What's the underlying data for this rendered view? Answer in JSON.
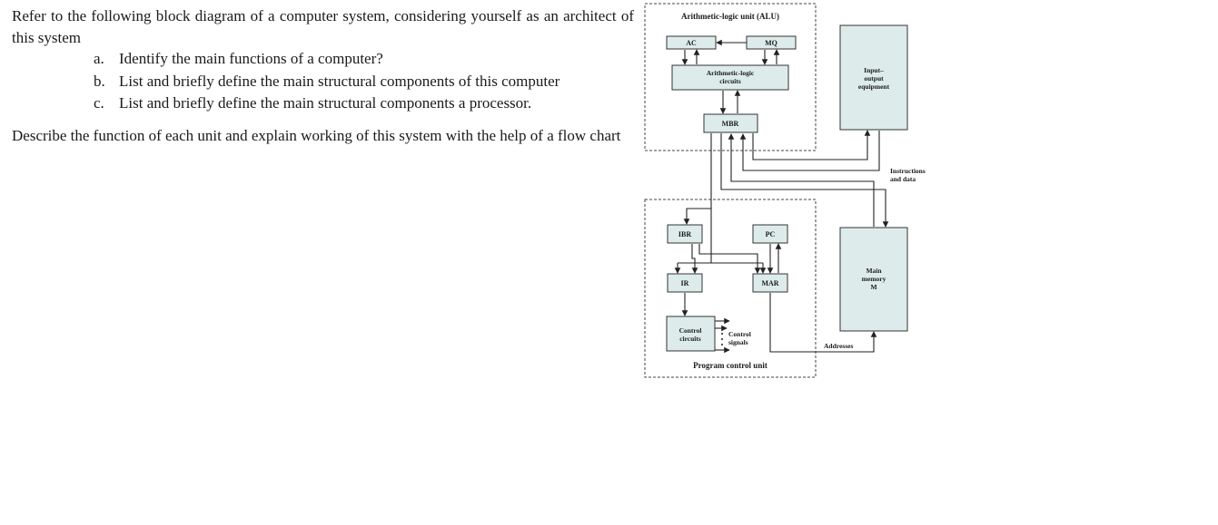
{
  "question": {
    "intro": "Refer to the following block diagram of a computer system, considering yourself as an architect of this system",
    "items": [
      {
        "marker": "a.",
        "text": "Identify the main functions of a computer?"
      },
      {
        "marker": "b.",
        "text": "List and briefly define the main structural components of this computer"
      },
      {
        "marker": "c.",
        "text": "List and briefly define the main structural components a processor."
      }
    ],
    "describe": "Describe the function of each unit and explain working of this system with the help of a flow chart"
  },
  "diagram": {
    "alu_title": "Arithmetic-logic unit (ALU)",
    "ac": "AC",
    "mq": "MQ",
    "alu_circuits": [
      "Arithmetic-logic",
      "circuits"
    ],
    "mbr": "MBR",
    "io": [
      "Input–",
      "output",
      "equipment"
    ],
    "instructions_data": [
      "Instructions",
      "and data"
    ],
    "ibr": "IBR",
    "pc": "PC",
    "ir": "IR",
    "mar": "MAR",
    "main_memory": [
      "Main",
      "memory",
      "M"
    ],
    "control_circuits": [
      "Control",
      "circuits"
    ],
    "control_signals": [
      "Control",
      "signals"
    ],
    "addresses": "Addresses",
    "pcu_title": "Program control unit",
    "colors": {
      "box_fill": "#ddeceb",
      "line": "#222222"
    }
  }
}
